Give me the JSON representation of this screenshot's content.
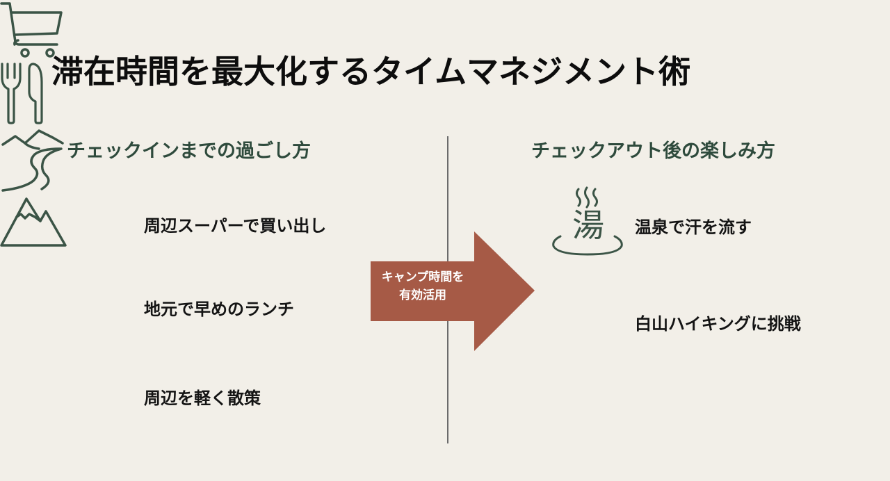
{
  "title": "滞在時間を最大化するタイムマネジメント術",
  "colors": {
    "background": "#f2efe8",
    "heading_green": "#2e4a3c",
    "icon_green": "#3b5446",
    "arrow_brown": "#a65a46",
    "text_dark": "#141414",
    "divider": "#6b6b6b"
  },
  "left_section": {
    "heading": "チェックインまでの過ごし方",
    "items": [
      {
        "icon": "shopping-cart-icon",
        "label": "周辺スーパーで買い出し"
      },
      {
        "icon": "fork-knife-icon",
        "label": "地元で早めのランチ"
      },
      {
        "icon": "mountain-path-icon",
        "label": "周辺を軽く散策"
      }
    ]
  },
  "center_arrow": {
    "line1": "キャンプ時間を",
    "line2": "有効活用"
  },
  "right_section": {
    "heading": "チェックアウト後の楽しみ方",
    "items": [
      {
        "icon": "hot-spring-icon",
        "icon_glyph": "湯",
        "label": "温泉で汗を流す"
      },
      {
        "icon": "mountain-icon",
        "label": "白山ハイキングに挑戦"
      }
    ]
  }
}
